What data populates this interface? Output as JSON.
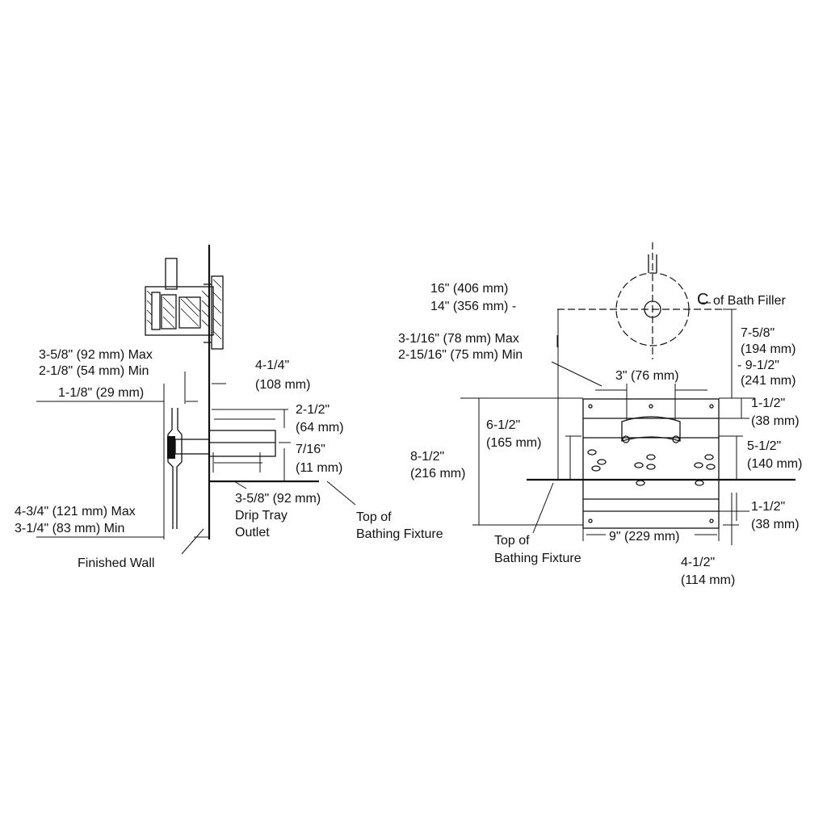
{
  "side_view": {
    "neck_max": "3-5/8\" (92 mm) Max",
    "neck_min": "2-1/8\" (54 mm) Min",
    "flange_depth": "1-1/8\" (29 mm)",
    "spout_length_a": "4-1/4\"",
    "spout_length_b": "(108 mm)",
    "spout_height_a": "2-1/2\"",
    "spout_height_b": "(64 mm)",
    "outlet_offset_a": "7/16\"",
    "outlet_offset_b": "(11 mm)",
    "drip_tray_a": "3-5/8\" (92 mm)",
    "drip_tray_b": "Drip Tray",
    "drip_tray_c": "Outlet",
    "valve_depth_max": "4-3/4\" (121 mm) Max",
    "valve_depth_min": "3-1/4\" (83 mm) Min",
    "finished_wall": "Finished Wall",
    "top_fixture_a": "Top of",
    "top_fixture_b": "Bathing Fixture"
  },
  "front_view": {
    "span_16": "16\" (406 mm)",
    "span_14": "14\" (356 mm) -",
    "cl_symbol": "C",
    "cl_label": "of Bath Filler",
    "offset_max": "3-1/16\" (78 mm) Max",
    "offset_min": "2-15/16\" (75 mm) Min",
    "center_3": "3\" (76 mm)",
    "h_7_5_8_a": "7-5/8\"",
    "h_7_5_8_b": "(194 mm)",
    "h_9_1_2_a": "- 9-1/2\"",
    "h_9_1_2_b": "(241 mm)",
    "top_1_1_2_a": "1-1/2\"",
    "top_1_1_2_b": "(38 mm)",
    "h_6_1_2_a": "6-1/2\"",
    "h_6_1_2_b": "(165 mm)",
    "h_8_1_2_a": "8-1/2\"",
    "h_8_1_2_b": "(216 mm)",
    "h_5_1_2_a": "5-1/2\"",
    "h_5_1_2_b": "(140 mm)",
    "bot_1_1_2_a": "1-1/2\"",
    "bot_1_1_2_b": "(38 mm)",
    "width_9": "9\" (229 mm)",
    "h_4_1_2_a": "4-1/2\"",
    "h_4_1_2_b": "(114 mm)",
    "top_fixture_a": "Top of",
    "top_fixture_b": "Bathing Fixture"
  }
}
